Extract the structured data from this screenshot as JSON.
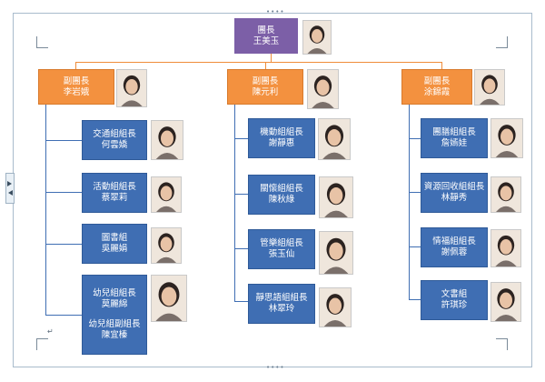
{
  "org": {
    "head": {
      "title": "團長",
      "name": "王美玉"
    },
    "vice": [
      {
        "title": "副團長",
        "name": "李岩娥",
        "members": [
          {
            "lines": [
              "交通組組長",
              "何雲嬌"
            ]
          },
          {
            "lines": [
              "活動組組長",
              "蔡翠莉"
            ]
          },
          {
            "lines": [
              "圖書組",
              "吳麗娟"
            ]
          },
          {
            "lines": [
              "幼兒組組長",
              "莫麗綿"
            ],
            "lines2": [
              "幼兒組副組長",
              "陳宜榛"
            ]
          }
        ]
      },
      {
        "title": "副團長",
        "name": "陳元利",
        "members": [
          {
            "lines": [
              "機動組組長",
              "謝靜惠"
            ]
          },
          {
            "lines": [
              "關懷組組長",
              "陳秋綠"
            ]
          },
          {
            "lines": [
              "管樂組組長",
              "張玉仙"
            ]
          },
          {
            "lines": [
              "靜思語組組長",
              "林翠玲"
            ]
          }
        ]
      },
      {
        "title": "副團長",
        "name": "涂錦霞",
        "members": [
          {
            "lines": [
              "團膳組組長",
              "詹嫣娃"
            ]
          },
          {
            "lines": [
              "資源回收組組長",
              "林靜秀"
            ]
          },
          {
            "lines": [
              "情福組組長",
              "謝佩蓉"
            ]
          },
          {
            "lines": [
              "文書組",
              "許琪珍"
            ]
          }
        ]
      }
    ]
  },
  "editor": {
    "return_mark": "↵",
    "handle_dots": "••••"
  },
  "colors": {
    "head": "#7c5fa7",
    "vice": "#f3913f",
    "member": "#3f6eb3"
  }
}
